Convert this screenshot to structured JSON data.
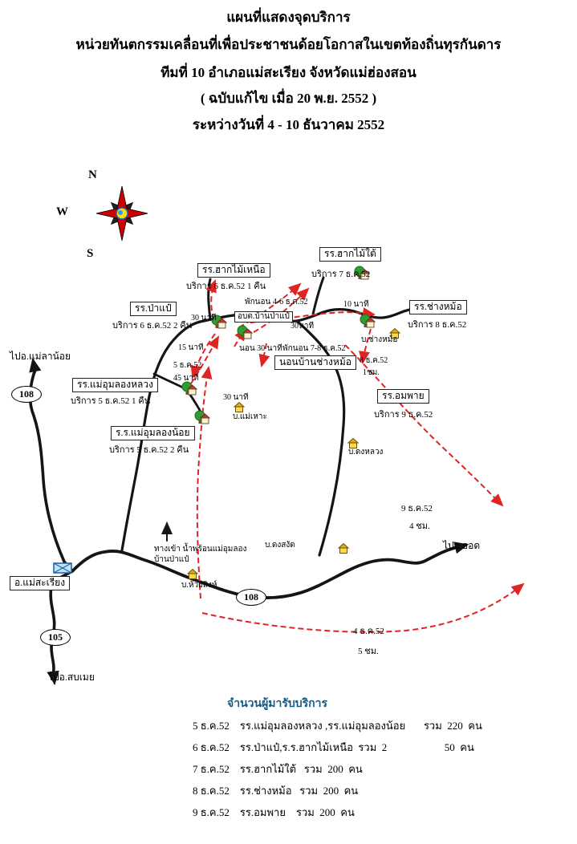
{
  "header": {
    "line1": "แผนที่แสดงจุดบริการ",
    "line2": "หน่วยทันตกรรมเคลื่อนที่เพื่อประชาชนด้อยโอกาสในเขตท้องถิ่นทุรกันดาร",
    "line3": "ทีมที่ 10  อำเภอแม่สะเรียง จังหวัดแม่ฮ่องสอน",
    "line4": "( ฉบับแก้ไข เมื่อ 20 พ.ย. 2552 )",
    "line5": "ระหว่างวันที่ 4 - 10 ธันวาคม  2552"
  },
  "compass": {
    "n": "N",
    "w": "W",
    "s": "S"
  },
  "colors": {
    "road": "#151515",
    "route": "#e02424",
    "summary_title": "#135a86"
  },
  "map": {
    "boxes": {
      "hak_mai_nuea": {
        "label": "รร.ฮากไม้เหนือ",
        "service": "บริการ 6 ธ.ค.52  1 คืน"
      },
      "hak_mai_tai": {
        "label": "รร.ฮากไม้ใต้",
        "service": "บริการ 7 ธ.ค.52"
      },
      "pa_pae": {
        "label": "รร.ป่าแป๋",
        "service": "บริการ 6 ธ.ค.52  2 คืน"
      },
      "chang_mo": {
        "label": "รร.ช่างหม้อ",
        "service": "บริการ 8 ธ.ค.52"
      },
      "mae_um_long_luang": {
        "label": "รร.แม่อุมลองหลวง",
        "service": "บริการ 5 ธ.ค.52  1 คืน"
      },
      "mae_um_long_noi": {
        "label": "ร.ร.แม่อุมลองน้อย",
        "service": "บริการ 5 ธ.ค.52  2 คืน"
      },
      "om_phai": {
        "label": "รร.อมพาย",
        "service": "บริการ 9 ธ.ค.52"
      },
      "non_ban_chang_mo": {
        "label": "นอนบ้านช่างหม้อ"
      },
      "obt_ban_pa_pae": {
        "label": "อบต.บ้านป่าแป๋"
      },
      "mae_sariang": {
        "label": "อ.แม่สะเรียง"
      }
    },
    "road_badges": {
      "b108_left": "108",
      "b108_mid": "108",
      "b105": "105"
    },
    "annotations": {
      "to_mae_la_noi": "ไปอ.แม่ลาน้อย",
      "to_hot": "ไปอ.ฮอด",
      "to_sop_moei": "ไปอ.สบเมย",
      "rest_4_6": "พักนอน 4-6 ธ.ค.52",
      "rest_7_8": "พักนอน 7-8 ธ.ค.52",
      "min30_a": "30 นาที",
      "min30_b": "30นาที",
      "min30_c": "30 นาที",
      "min15": "15 นาที",
      "min10": "10 นาที",
      "min45": "45 นาที",
      "sleep30": "นอน 30 นาที",
      "d5": "5 ธ.ค.52",
      "d8": "8 ธ.ค.52",
      "h1": "1ชม.",
      "d9": "9 ธ.ค.52",
      "h4": "4 ชม.",
      "d4": "4 ธ.ค.52",
      "h5": "5 ชม.",
      "hot_spring_1": "ทางเข้า น้ำพุร้อนแม่อุมลอง",
      "hot_spring_2": "บ้านป่าแป๋",
      "v_mae_ho": "บ.แม่เหาะ",
      "v_dong_luang": "บ.ดงหลวง",
      "v_dong_sangat": "บ.ดงสงัด",
      "v_huai_sing": "บ.ห้วยสิงห์",
      "v_chang_mo": "บ.ช่างหม้อ"
    }
  },
  "summary": {
    "title": "จำนวนผู้มารับบริการ",
    "rows": [
      "5 ธ.ค.52    รร.แม่อุมลองหลวง ,รร.แม่อุมลองน้อย       รวม  220  คน",
      "6 ธ.ค.52    รร.ป่าแป๋,ร.ร.ฮากไม้เหนือ  รวม  2                      50  คน",
      "7 ธ.ค.52    รร.ฮากไม้ใต้   รวม  200  คน",
      "8 ธ.ค.52    รร.ช่างหม้อ   รวม  200  คน",
      "9 ธ.ค.52    รร.อมพาย    รวม  200  คน"
    ]
  }
}
